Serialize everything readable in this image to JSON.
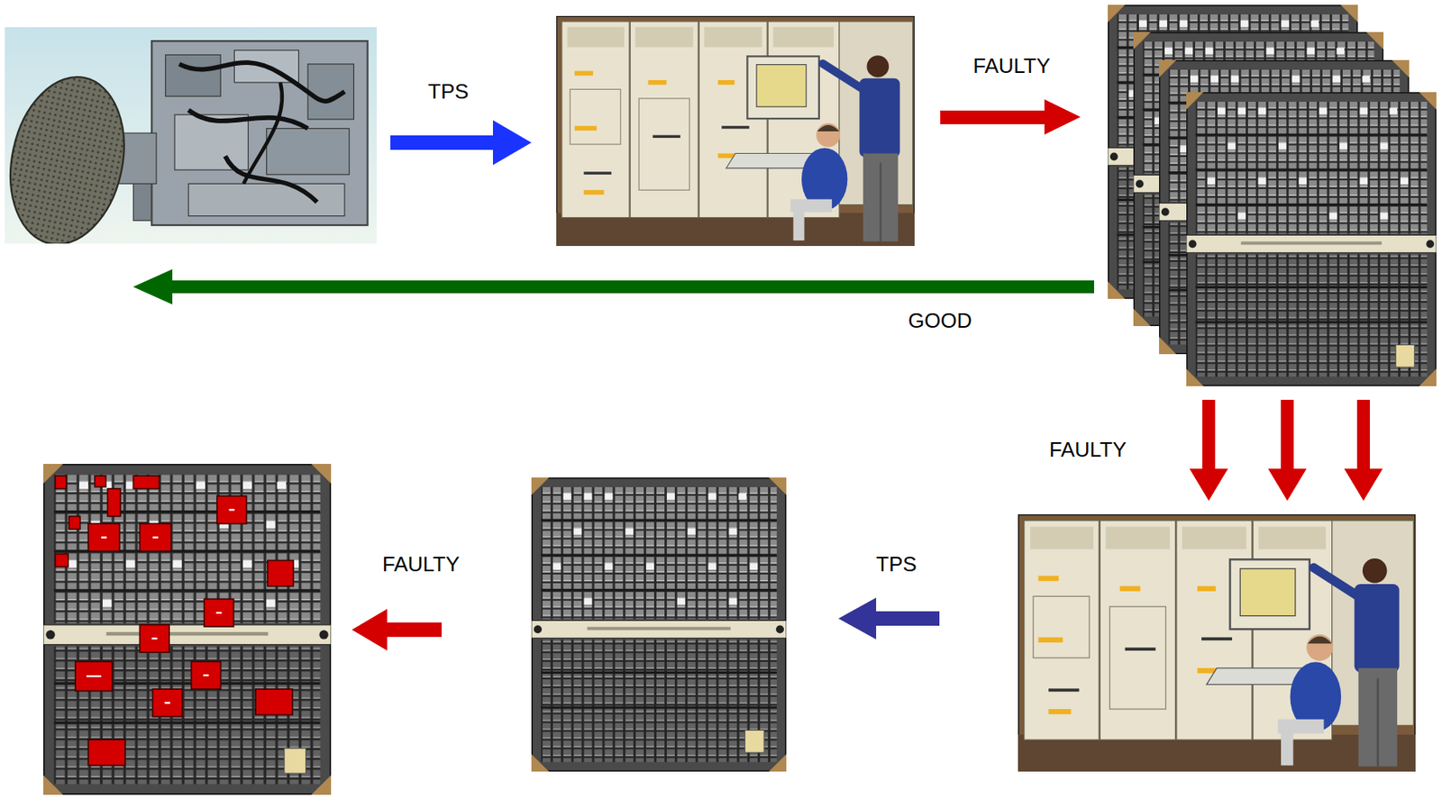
{
  "diagram": {
    "labels": [
      "TPS",
      "FAULTY",
      "GOOD",
      "FAULTY",
      "TPS",
      "FAULTY"
    ]
  }
}
